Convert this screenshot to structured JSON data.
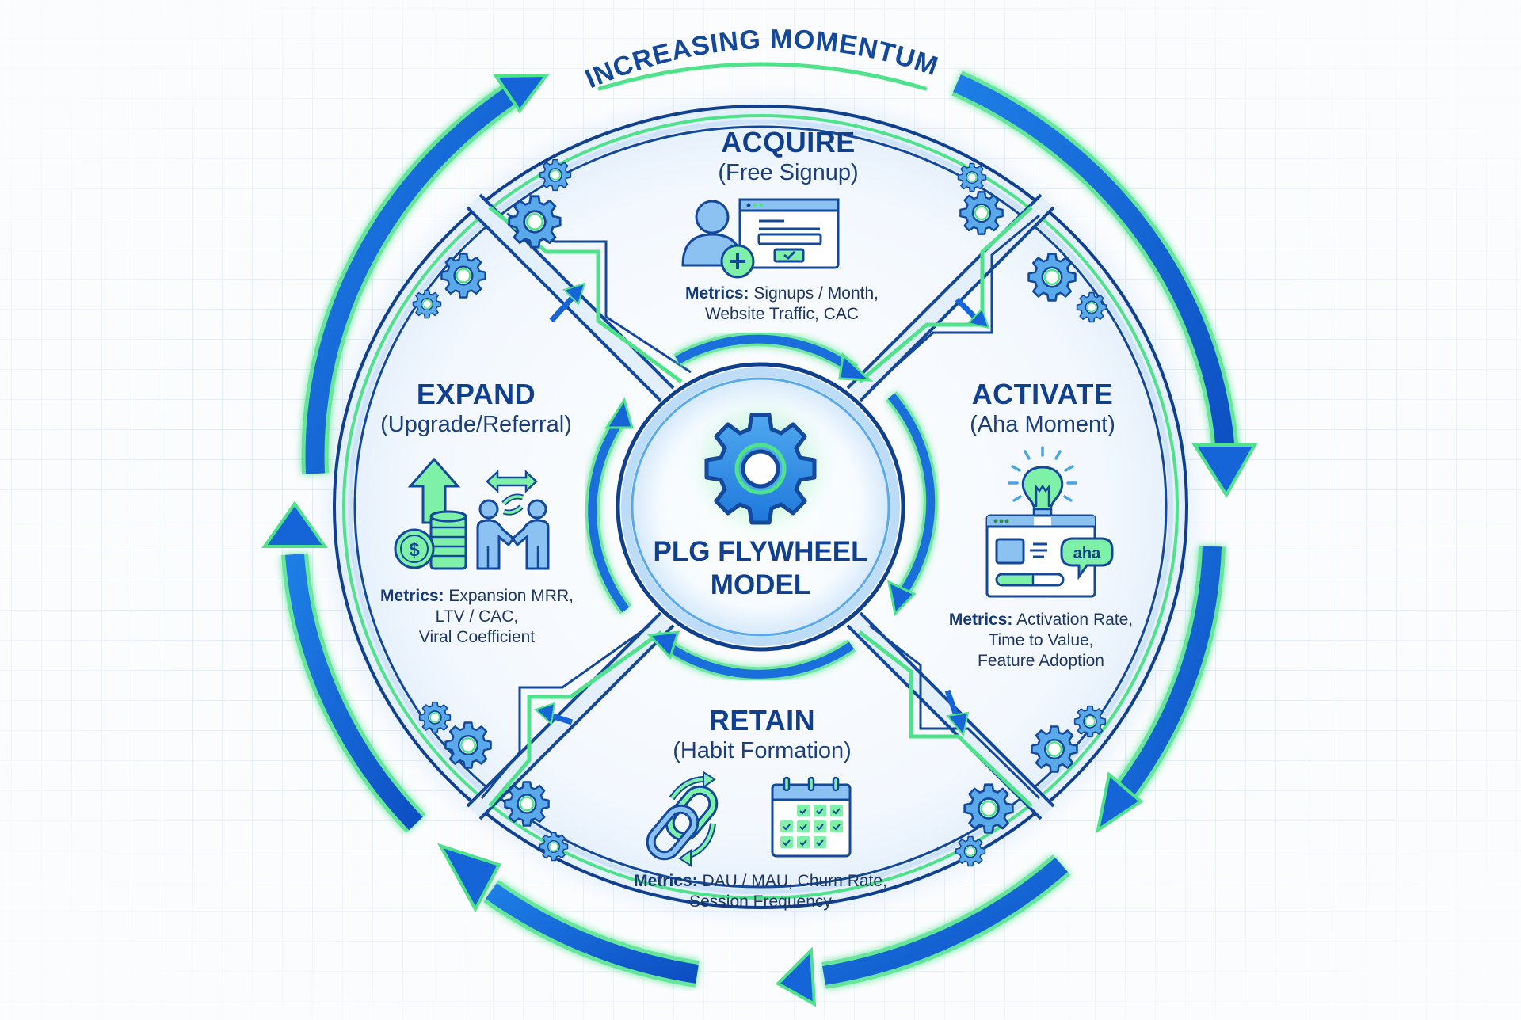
{
  "header": {
    "title": "INCREASING MOMENTUM"
  },
  "hub": {
    "title_line1": "PLG FLYWHEEL",
    "title_line2": "MODEL",
    "icon": "gear-icon"
  },
  "stages": [
    {
      "id": "acquire",
      "title": "ACQUIRE",
      "subtitle": "(Free Signup)",
      "icon": "user-add-signup-form-icon",
      "metrics_label": "Metrics:",
      "metrics_line1": "Signups / Month,",
      "metrics_line2": "Website Traffic, CAC",
      "metrics_line3": ""
    },
    {
      "id": "activate",
      "title": "ACTIVATE",
      "subtitle": "(Aha Moment)",
      "icon": "lightbulb-aha-icon",
      "icon_text": "aha",
      "metrics_label": "Metrics:",
      "metrics_line1": "Activation Rate,",
      "metrics_line2": "Time to Value,",
      "metrics_line3": "Feature Adoption"
    },
    {
      "id": "retain",
      "title": "RETAIN",
      "subtitle": "(Habit Formation)",
      "icon": "chain-calendar-icon",
      "metrics_label": "Metrics:",
      "metrics_line1": "DAU / MAU, Churn Rate,",
      "metrics_line2": "Session Frequency",
      "metrics_line3": ""
    },
    {
      "id": "expand",
      "title": "EXPAND",
      "subtitle": "(Upgrade/Referral)",
      "icon": "coins-handshake-icon",
      "metrics_label": "Metrics:",
      "metrics_line1": "Expansion MRR,",
      "metrics_line2": "LTV / CAC,",
      "metrics_line3": "Viral Coefficient"
    }
  ],
  "colors": {
    "navy": "#103f8e",
    "blue": "#1565d8",
    "light_blue": "#5aa9ea",
    "pale_blue": "#d6e9fb",
    "green": "#4ee38a",
    "grid": "#e4ebf5"
  }
}
